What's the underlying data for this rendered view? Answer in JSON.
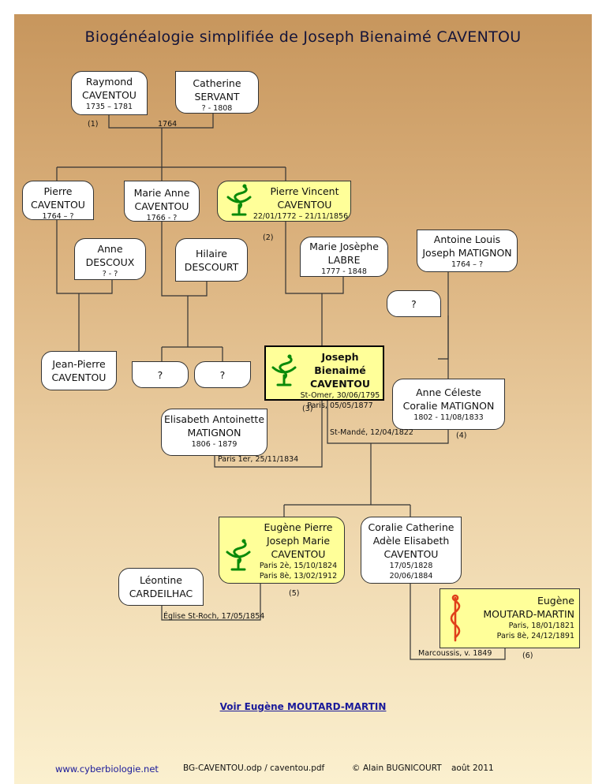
{
  "title": "Biogénéalogie simplifiée de Joseph Bienaimé CAVENTOU",
  "persons": {
    "raymond": {
      "name1": "Raymond",
      "name2": "CAVENTOU",
      "dates": "1735 – 1781"
    },
    "catherine": {
      "name1": "Catherine",
      "name2": "SERVANT",
      "dates": "?  - 1808"
    },
    "pierre": {
      "name1": "Pierre",
      "name2": "CAVENTOU",
      "dates": "1764 – ?"
    },
    "marie_anne": {
      "name1": "Marie Anne",
      "name2": "CAVENTOU",
      "dates": "1766  - ?"
    },
    "pierre_vincent": {
      "name1": "Pierre Vincent",
      "name2": "CAVENTOU",
      "dates": "22/01/1772 – 21/11/1856"
    },
    "anne_descoux": {
      "name1": "Anne",
      "name2": "DESCOUX",
      "dates": "?  - ?"
    },
    "hilaire": {
      "name1": "Hilaire",
      "name2": "DESCOURT"
    },
    "marie_josephe": {
      "name1": "Marie Josèphe",
      "name2": "LABRE",
      "dates": "1777  - 1848"
    },
    "antoine_louis": {
      "name1": "Antoine Louis",
      "name2": "Joseph MATIGNON",
      "dates": "1764 – ?"
    },
    "unknown_top": {
      "name1": "?"
    },
    "jean_pierre": {
      "name1": "Jean-Pierre",
      "name2": "CAVENTOU"
    },
    "unknown1": {
      "name1": "?"
    },
    "unknown2": {
      "name1": "?"
    },
    "joseph": {
      "name1": "Joseph Bienaimé",
      "name2": "CAVENTOU",
      "birth": "St-Omer, 30/06/1795",
      "death": "Paris, 05/05/1877"
    },
    "anne_celeste": {
      "name1": "Anne Céleste",
      "name2": "Coralie MATIGNON",
      "dates": "1802  - 11/08/1833"
    },
    "elisabeth": {
      "name1": "Elisabeth Antoinette",
      "name2": "MATIGNON",
      "dates": "1806  - 1879"
    },
    "eugene_pierre": {
      "name1": "Eugène Pierre",
      "name2": "Joseph Marie",
      "name3": "CAVENTOU",
      "birth": "Paris 2è, 15/10/1824",
      "death": "Paris 8è, 13/02/1912"
    },
    "coralie": {
      "name1": "Coralie Catherine",
      "name2": "Adèle Elisabeth",
      "name3": "CAVENTOU",
      "birth": "17/05/1828",
      "death": "20/06/1884"
    },
    "leontine": {
      "name1": "Léontine",
      "name2": "CARDEILHAC"
    },
    "eugene_moutard": {
      "name1": "Eugène",
      "name2": "MOUTARD-MARTIN",
      "birth": "Paris, 18/01/1821",
      "death": "Paris 8è, 24/12/1891"
    }
  },
  "labels": {
    "n1": "(1)",
    "m1764": "1764",
    "n2": "(2)",
    "n3": "(3)",
    "n4": "(4)",
    "n5": "(5)",
    "n6": "(6)",
    "m_stmande": "St-Mandé, 12/04/1822",
    "m_paris1er": "Paris 1er, 25/11/1834",
    "m_stroch": "Église St-Roch, 17/05/1854",
    "m_marcoussis": "Marcoussis, v. 1849"
  },
  "link_text": "Voir Eugène MOUTARD-MARTIN",
  "footer": {
    "url": "www.cyberbiologie.net",
    "file": "BG-CAVENTOU.odp / caventou.pdf",
    "copyright": "©",
    "author": "Alain BUGNICOURT",
    "date": "août 2011"
  },
  "icons": {
    "pharmacy": "pharmacy-bowl-of-hygieia-icon",
    "medicine": "caduceus-icon"
  },
  "colors": {
    "highlight": "#ffff99",
    "pharmacy_icon": "#0a8a0a",
    "medicine_icon": "#e0401a",
    "link": "#1a1a9a"
  }
}
